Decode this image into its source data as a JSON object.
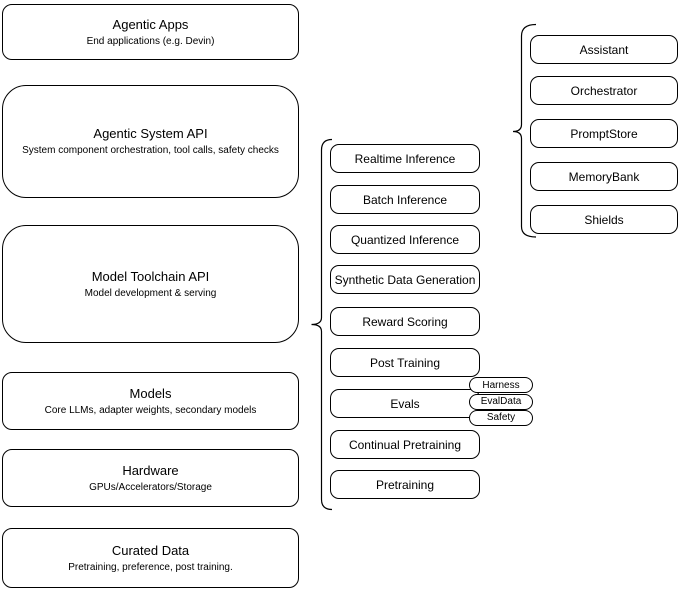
{
  "colors": {
    "stroke": "#000000",
    "fill": "#ffffff",
    "connector_gray": "#999999"
  },
  "left_stack": [
    {
      "title": "Agentic Apps",
      "subtitle": "End applications (e.g. Devin)"
    },
    {
      "title": "Agentic System API",
      "subtitle": "System component orchestration, tool calls, safety checks"
    },
    {
      "title": "Model Toolchain API",
      "subtitle": "Model development & serving"
    },
    {
      "title": "Models",
      "subtitle": "Core LLMs, adapter weights, secondary models"
    },
    {
      "title": "Hardware",
      "subtitle": "GPUs/Accelerators/Storage"
    },
    {
      "title": "Curated Data",
      "subtitle": "Pretraining, preference, post training."
    }
  ],
  "toolchain": {
    "items": [
      "Realtime Inference",
      "Batch Inference",
      "Quantized Inference",
      "Synthetic Data Generation",
      "Reward Scoring",
      "Post Training",
      "Evals",
      "Continual Pretraining",
      "Pretraining"
    ]
  },
  "evals_tags": [
    "Harness",
    "EvalData",
    "Safety"
  ],
  "system": {
    "items": [
      "Assistant",
      "Orchestrator",
      "PromptStore",
      "MemoryBank",
      "Shields"
    ]
  }
}
